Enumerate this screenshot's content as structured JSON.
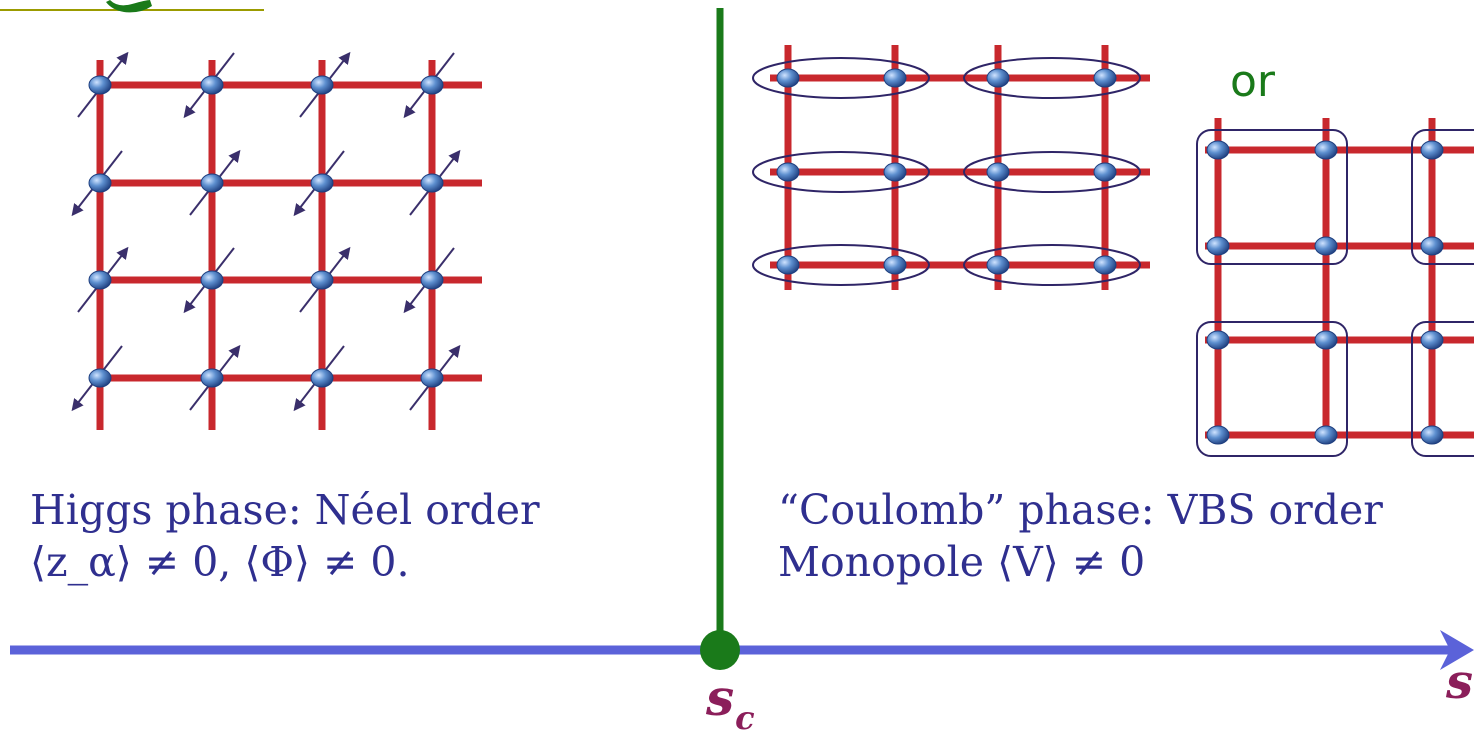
{
  "neel_caption": {
    "line1": "Higgs phase: Néel order",
    "line2": "⟨z_α⟩ ≠ 0, ⟨Φ⟩ ≠ 0."
  },
  "vbs_caption": {
    "line1": "“Coulomb” phase: VBS order",
    "line2": "Monopole ⟨V⟩ ≠ 0"
  },
  "or_label": "or",
  "axis": {
    "critical_label": "s",
    "critical_subscript": "c",
    "end_label": "s"
  },
  "colors": {
    "bond": "#c8282d",
    "axis": "#5b62d9",
    "critical_line": "#1a7a1a",
    "spin_arrow": "#3a2f6b",
    "site": "#4f7fbf",
    "pair_outline": "#2f2567",
    "caption_text": "#2f2f8f",
    "axis_label": "#8b1e5a",
    "title_underline": "#9b9b00"
  }
}
